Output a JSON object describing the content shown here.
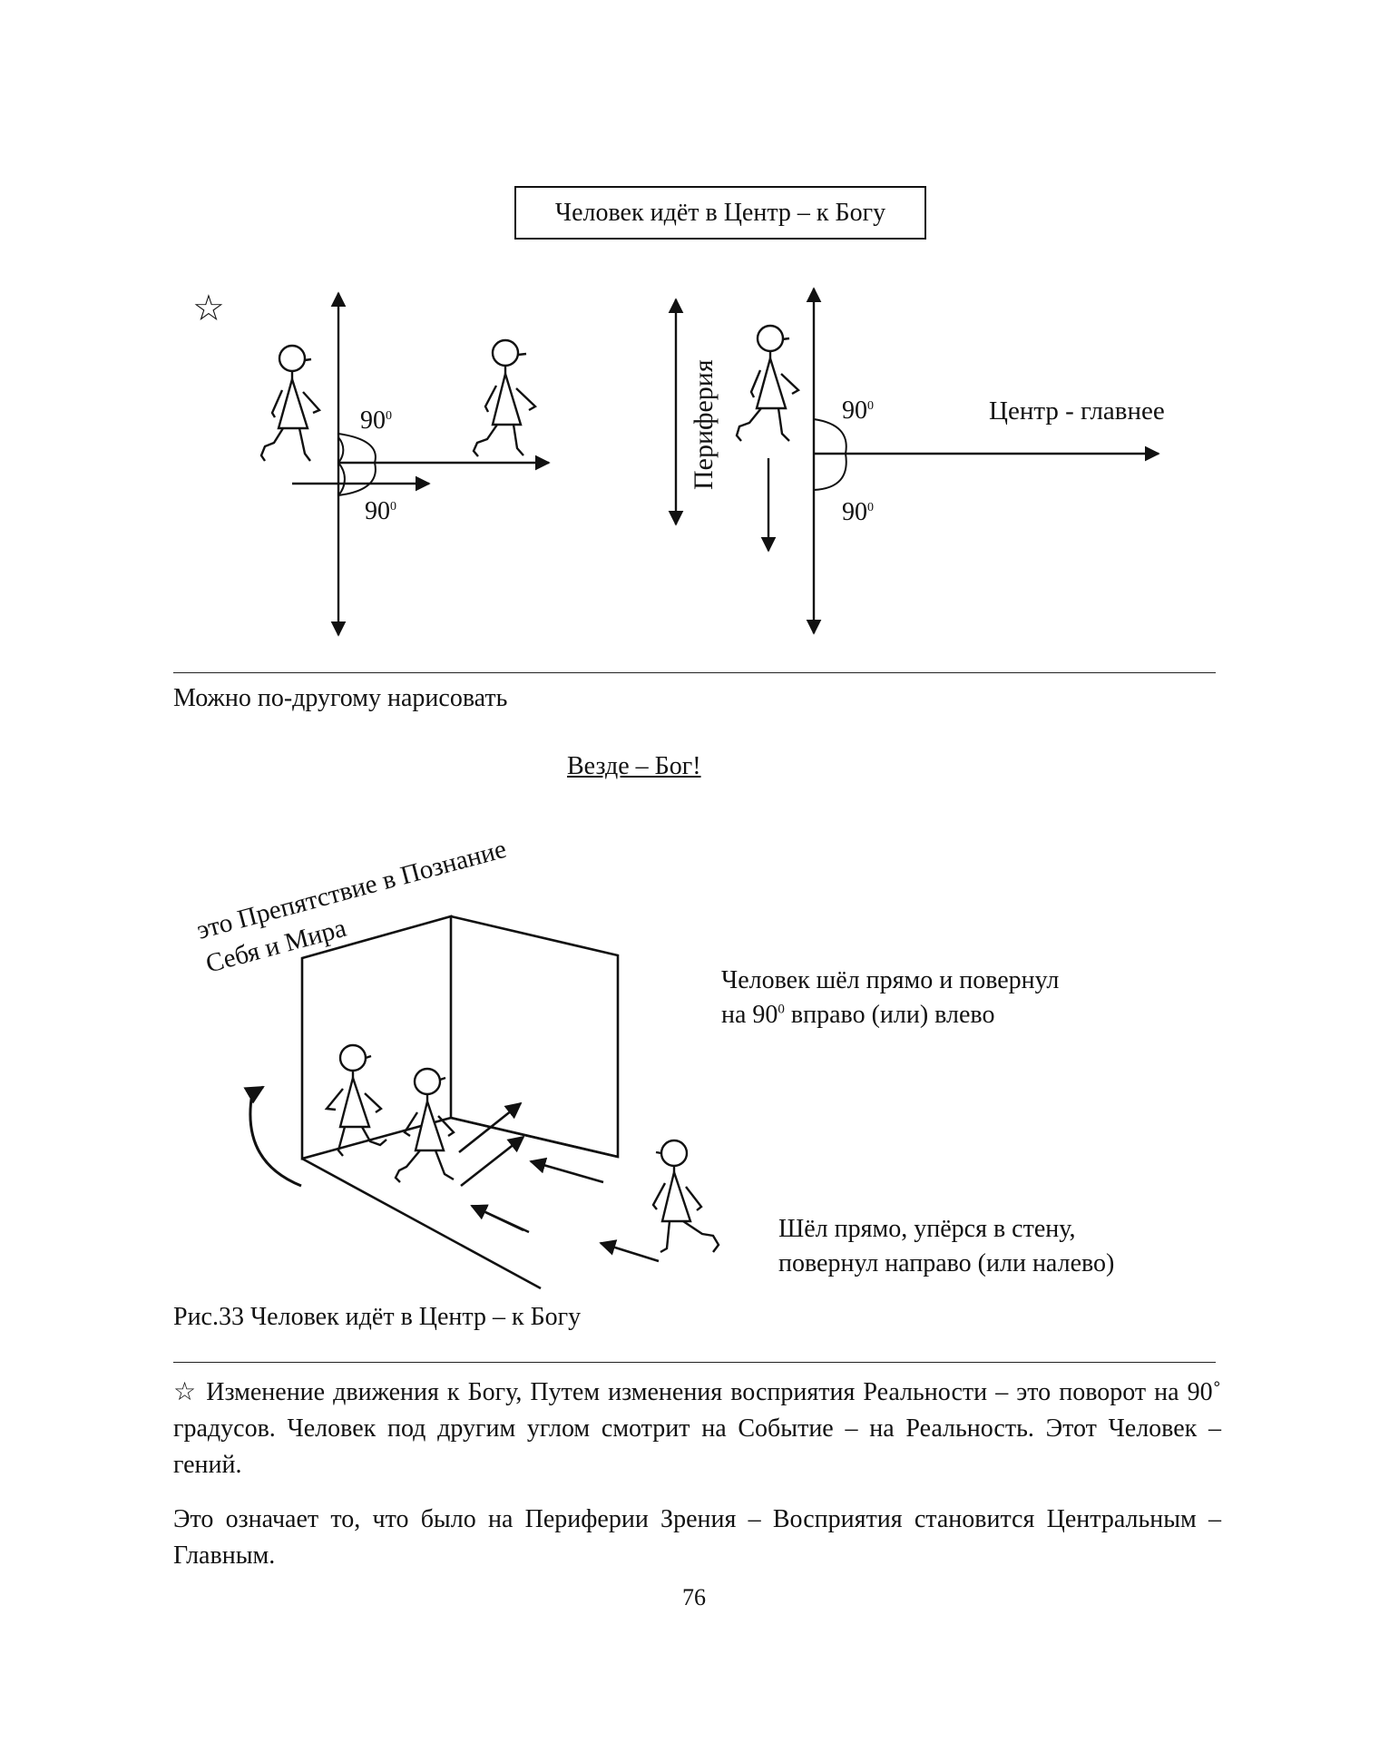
{
  "page": {
    "title_box": "Человек идёт в Центр – к Богу",
    "diagram_top": {
      "angle_label": "90",
      "angle_sup": "0",
      "periphery_label": "Периферия",
      "center_label": "Центр - главнее"
    },
    "caption_alt": "Можно по-другому нарисовать",
    "subtitle": "Везде – Бог!",
    "diagram_bottom": {
      "obstacle_line1": "это Препятствие в Познание",
      "obstacle_line2": "Себя и Мира",
      "turn_line1": "Человек шёл прямо и повернул",
      "turn_line2_a": "на 90",
      "turn_line2_sup": "0",
      "turn_line2_b": " вправо (или) влево",
      "wall_line1": "Шёл прямо, упёрся в стену,",
      "wall_line2": "повернул направо (или налево)"
    },
    "figure_caption": "Рис.33 Человек идёт в Центр – к Богу",
    "paragraph1": "☆ Изменение движения к Богу, Путем изменения восприятия Реальности – это поворот на 90˚ градусов. Человек под другим углом смотрит на Событие – на Реальность. Этот Человек – гений.",
    "paragraph2": "Это означает то, что было на Периферии Зрения – Восприятия становится Центральным – Главным.",
    "page_number": "76"
  }
}
